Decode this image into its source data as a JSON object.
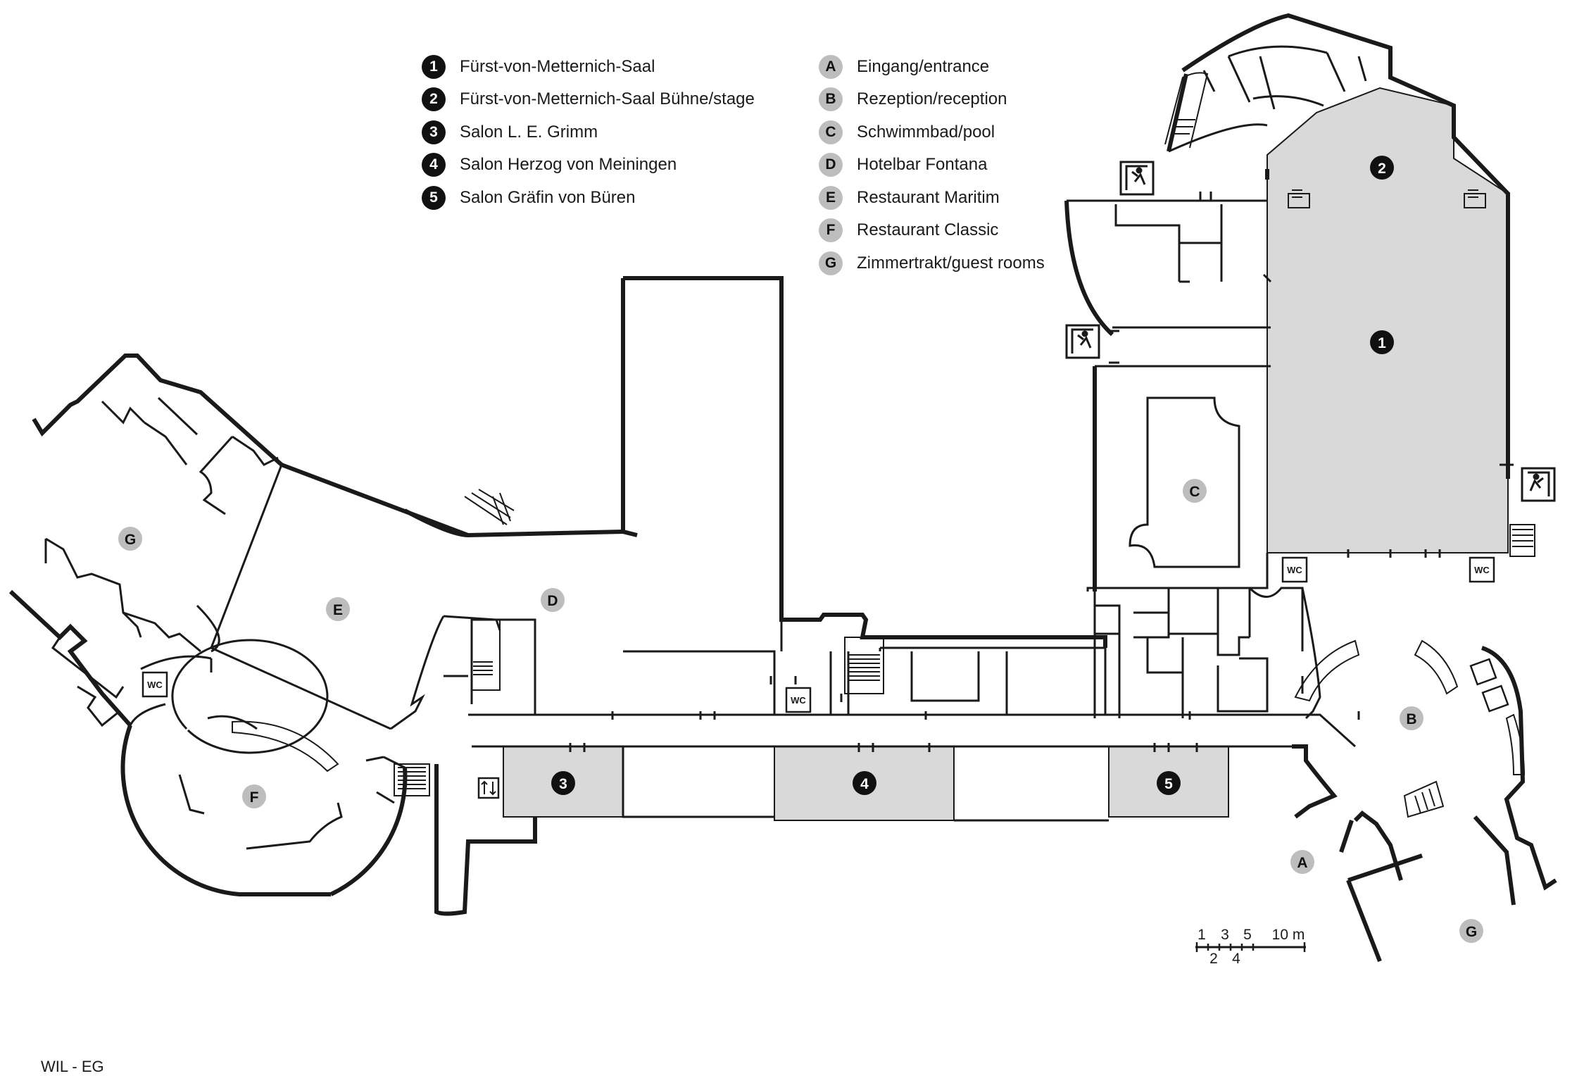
{
  "legend_rooms": [
    {
      "id": "1",
      "label": "Fürst-von-Metternich-Saal"
    },
    {
      "id": "2",
      "label": "Fürst-von-Metternich-Saal Bühne/stage"
    },
    {
      "id": "3",
      "label": "Salon L. E. Grimm"
    },
    {
      "id": "4",
      "label": "Salon Herzog von Meiningen"
    },
    {
      "id": "5",
      "label": "Salon Gräfin von Büren"
    }
  ],
  "legend_areas": [
    {
      "id": "A",
      "label": "Eingang/entrance"
    },
    {
      "id": "B",
      "label": "Rezeption/reception"
    },
    {
      "id": "C",
      "label": "Schwimmbad/pool"
    },
    {
      "id": "D",
      "label": "Hotelbar Fontana"
    },
    {
      "id": "E",
      "label": "Restaurant Maritim"
    },
    {
      "id": "F",
      "label": "Restaurant Classic"
    },
    {
      "id": "G",
      "label": "Zimmertrakt/guest rooms"
    }
  ],
  "map_markers": {
    "m1": "1",
    "m2": "2",
    "m3": "3",
    "m4": "4",
    "m5": "5",
    "mA": "A",
    "mB": "B",
    "mC": "C",
    "mD": "D",
    "mE": "E",
    "mF": "F",
    "mG1": "G",
    "mG2": "G"
  },
  "wc_label": "WC",
  "scale": {
    "top_labels": [
      "1",
      "3",
      "5",
      "10 m"
    ],
    "bottom_labels": [
      "2",
      "4"
    ]
  },
  "plan_code": "WIL - EG",
  "colors": {
    "meeting_fill": "#d9d9d9",
    "marker_dark": "#111111",
    "marker_light": "#bdbdbd",
    "wall": "#1a1a1a"
  }
}
